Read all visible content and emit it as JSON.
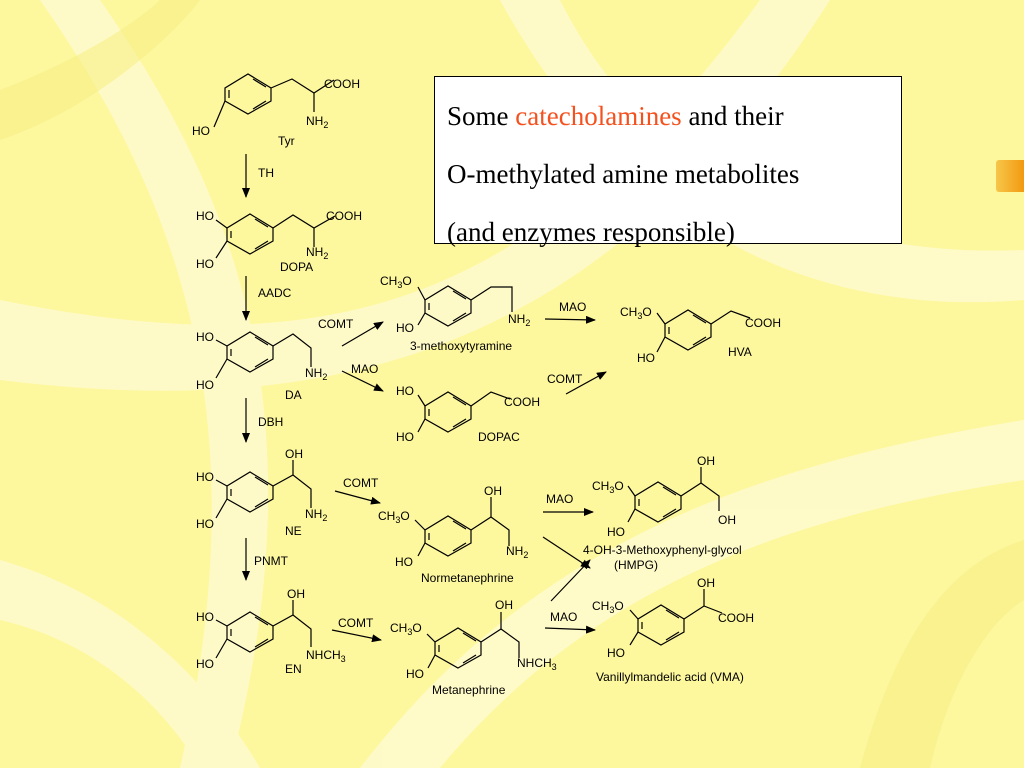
{
  "slide": {
    "title_part1": "Some ",
    "title_highlight": "catecholamines",
    "title_part2": " and their",
    "title_line2": "O-methylated amine metabolites",
    "title_line3": "(and enzymes responsible)",
    "highlight_color": "#f4511e",
    "background_color": "#fdf79e"
  },
  "labels": {
    "cooh": "COOH",
    "nh2": "NH",
    "sub2": "2",
    "ho": "HO",
    "oh": "OH",
    "ch3o_a": "CH",
    "ch3o_sub": "3",
    "ch3o_b": "O",
    "nhch3_a": "NHCH",
    "nhch3_sub": "3"
  },
  "compounds": {
    "tyr": "Tyr",
    "dopa": "DOPA",
    "da": "DA",
    "ne": "NE",
    "en": "EN",
    "mta": "3-methoxytyramine",
    "dopac": "DOPAC",
    "hva": "HVA",
    "nmn": "Normetanephrine",
    "mn": "Metanephrine",
    "mhpg1": "4-OH-3-Methoxyphenyl-glycol",
    "mhpg2": "(HMPG)",
    "vma": "Vanillylmandelic acid (VMA)"
  },
  "enzymes": {
    "th": "TH",
    "aadc": "AADC",
    "dbh": "DBH",
    "pnmt": "PNMT",
    "comt": "COMT",
    "mao": "MAO"
  }
}
